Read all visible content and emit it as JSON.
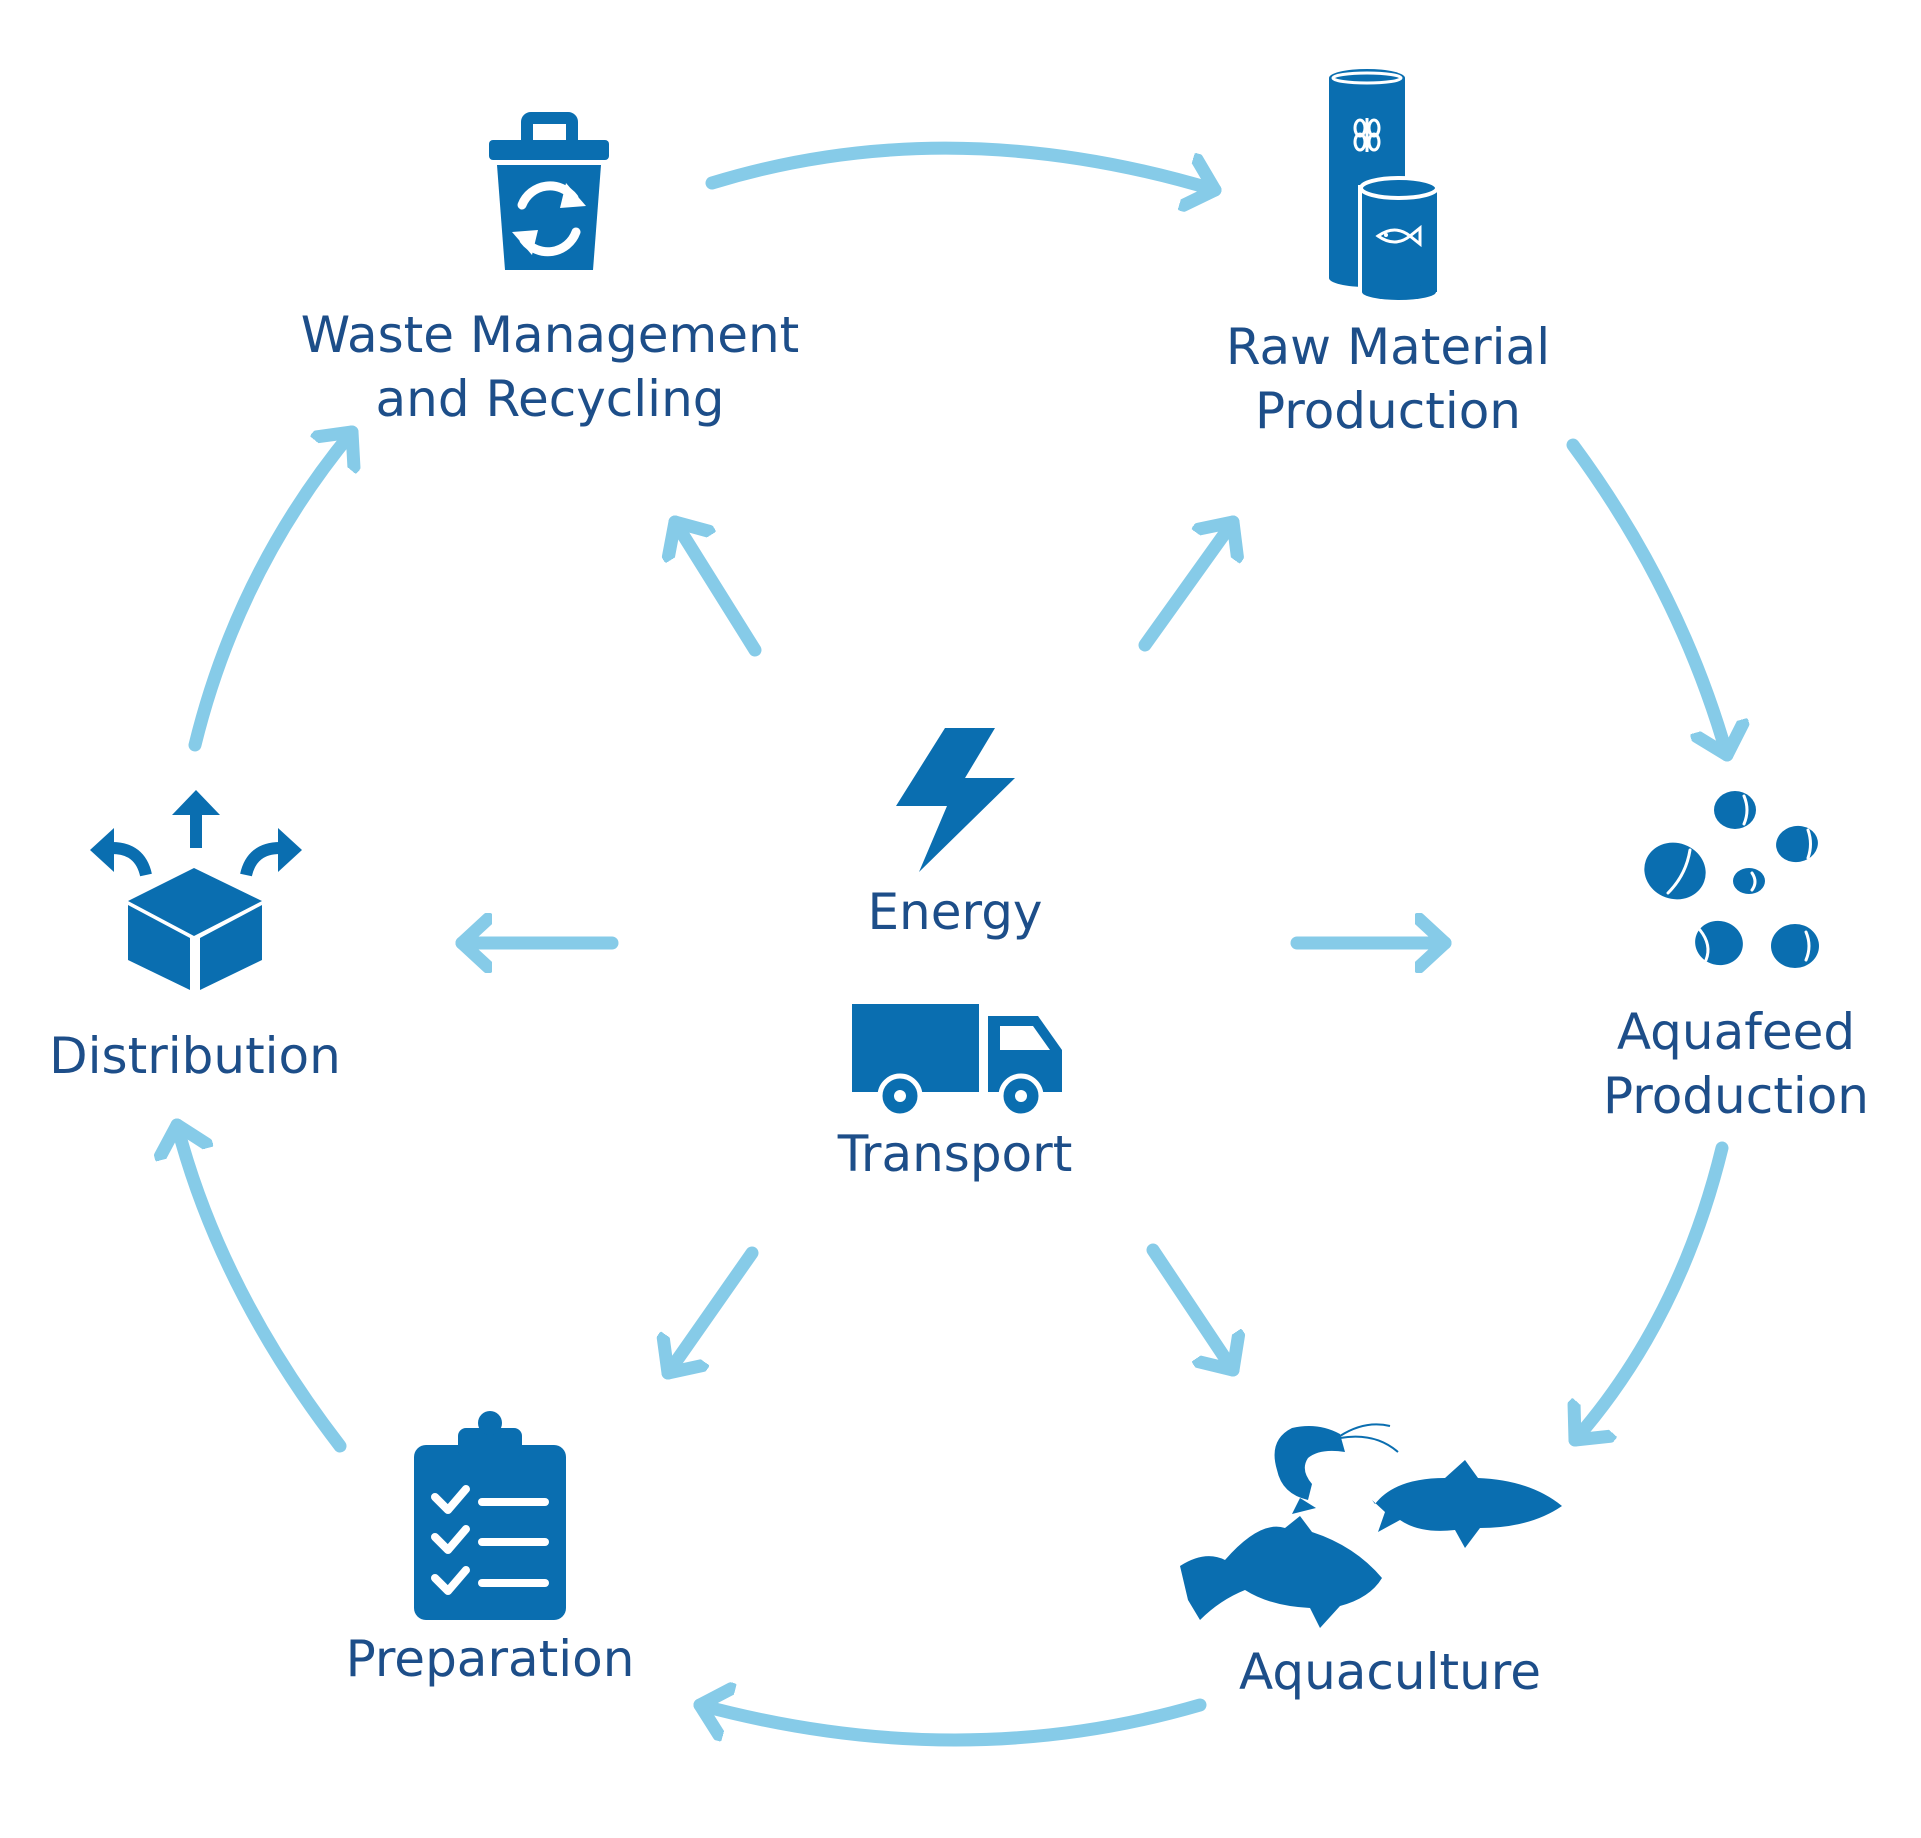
{
  "nodes": {
    "waste": {
      "line1": "Waste Management",
      "line2": "and Recycling",
      "icon": "recycle-bin-icon"
    },
    "raw": {
      "line1": "Raw Material",
      "line2": "Production",
      "icon": "ingredient-cans-icon"
    },
    "aquafeed": {
      "line1": "Aquafeed",
      "line2": "Production",
      "icon": "feed-pellets-icon"
    },
    "aquaculture": {
      "label": "Aquaculture",
      "icon": "fish-shrimp-icon"
    },
    "preparation": {
      "label": "Preparation",
      "icon": "clipboard-checklist-icon"
    },
    "distribution": {
      "label": "Distribution",
      "icon": "package-distribution-icon"
    }
  },
  "center": {
    "energy": {
      "label": "Energy",
      "icon": "lightning-bolt-icon"
    },
    "transport": {
      "label": "Transport",
      "icon": "truck-icon"
    }
  },
  "colors": {
    "icon": "#0a6eb0",
    "text": "#1d4e89",
    "arrow": "#86cbe8"
  }
}
